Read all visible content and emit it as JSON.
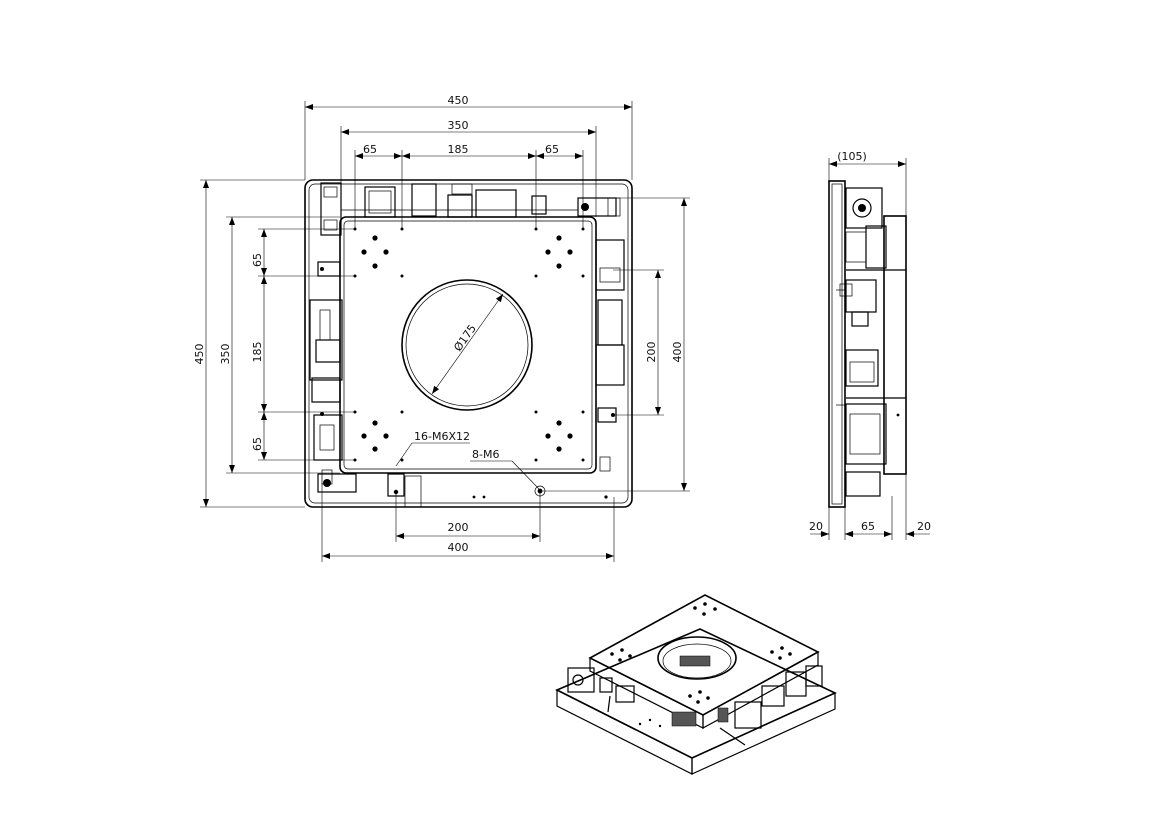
{
  "top_view": {
    "dims": {
      "overall_width": "450",
      "plate_width": "350",
      "hole_side_left": "65",
      "hole_center": "185",
      "hole_side_right": "65",
      "overall_height": "450",
      "plate_height": "350",
      "hole_v_top": "65",
      "hole_v_center": "185",
      "hole_v_bottom": "65",
      "right_inner": "200",
      "right_outer": "400",
      "bottom_inner": "200",
      "bottom_outer": "400",
      "bore_diameter": "Ø175"
    },
    "callouts": {
      "thread_a": "16-M6X12",
      "thread_b": "8-M6"
    }
  },
  "side_view": {
    "dims": {
      "depth": "(105)",
      "seg_left": "20",
      "seg_mid": "65",
      "seg_right": "20"
    }
  }
}
